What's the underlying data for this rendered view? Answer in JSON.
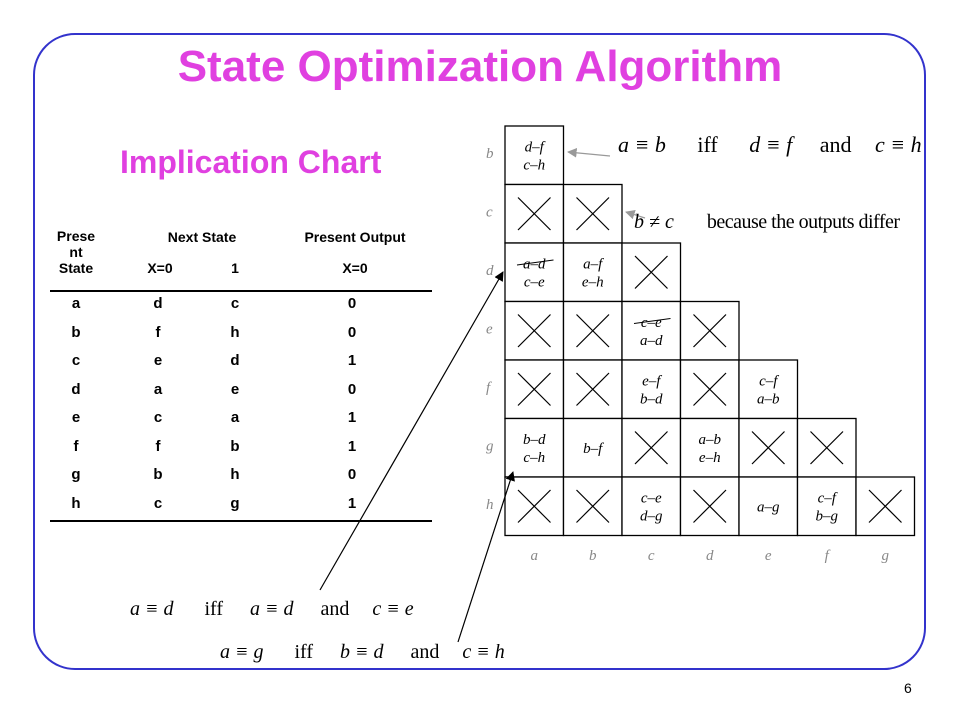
{
  "title": "State Optimization Algorithm",
  "subtitle": "Implication Chart",
  "table": {
    "header_present_state": "Prese nt State",
    "header_next_state": "Next State",
    "header_present_output": "Present Output",
    "sub_x0": "X=0",
    "sub_x1": "1",
    "sub_out_x0": "X=0",
    "rows": [
      {
        "state": "a",
        "x0": "d",
        "x1": "c",
        "out": "0"
      },
      {
        "state": "b",
        "x0": "f",
        "x1": "h",
        "out": "0"
      },
      {
        "state": "c",
        "x0": "e",
        "x1": "d",
        "out": "1"
      },
      {
        "state": "d",
        "x0": "a",
        "x1": "e",
        "out": "0"
      },
      {
        "state": "e",
        "x0": "c",
        "x1": "a",
        "out": "1"
      },
      {
        "state": "f",
        "x0": "f",
        "x1": "b",
        "out": "1"
      },
      {
        "state": "g",
        "x0": "b",
        "x1": "h",
        "out": "0"
      },
      {
        "state": "h",
        "x0": "c",
        "x1": "g",
        "out": "1"
      }
    ]
  },
  "chart": {
    "row_labels": [
      "b",
      "c",
      "d",
      "e",
      "f",
      "g",
      "h"
    ],
    "col_labels": [
      "a",
      "b",
      "c",
      "d",
      "e",
      "f",
      "g"
    ],
    "cells": [
      [
        {
          "type": "pair",
          "lines": [
            "d–f",
            "c–h"
          ]
        }
      ],
      [
        {
          "type": "x"
        },
        {
          "type": "x"
        }
      ],
      [
        {
          "type": "pair",
          "lines": [
            "a–d",
            "c–e"
          ]
        },
        {
          "type": "pair",
          "lines": [
            "a–f",
            "e–h"
          ]
        },
        {
          "type": "x"
        }
      ],
      [
        {
          "type": "x"
        },
        {
          "type": "x"
        },
        {
          "type": "pair",
          "lines": [
            "c–e",
            "a–d"
          ]
        },
        {
          "type": "x"
        }
      ],
      [
        {
          "type": "x"
        },
        {
          "type": "x"
        },
        {
          "type": "pair",
          "lines": [
            "e–f",
            "b–d"
          ]
        },
        {
          "type": "x"
        },
        {
          "type": "pair",
          "lines": [
            "c–f",
            "a–b"
          ]
        }
      ],
      [
        {
          "type": "pair",
          "lines": [
            "b–d",
            "c–h"
          ]
        },
        {
          "type": "pair",
          "lines": [
            "b–f"
          ]
        },
        {
          "type": "x"
        },
        {
          "type": "pair",
          "lines": [
            "a–b",
            "e–h"
          ]
        },
        {
          "type": "x"
        },
        {
          "type": "x"
        }
      ],
      [
        {
          "type": "x"
        },
        {
          "type": "x"
        },
        {
          "type": "pair",
          "lines": [
            "c–e",
            "d–g"
          ]
        },
        {
          "type": "x"
        },
        {
          "type": "pair",
          "lines": [
            "a–g"
          ]
        },
        {
          "type": "pair",
          "lines": [
            "c–f",
            "b–g"
          ]
        },
        {
          "type": "x"
        }
      ]
    ]
  },
  "annotations": {
    "ab": {
      "lhs": "a ≡ b",
      "iff": "iff",
      "c1": "d ≡ f",
      "and": "and",
      "c2": "c ≡ h"
    },
    "bc": {
      "lhs": "b ≠ c",
      "text": "because the outputs differ"
    },
    "ad": {
      "lhs": "a ≡ d",
      "iff": "iff",
      "c1": "a ≡ d",
      "and": "and",
      "c2": "c ≡ e"
    },
    "ag": {
      "lhs": "a ≡ g",
      "iff": "iff",
      "c1": "b ≡ d",
      "and": "and",
      "c2": "c ≡ h"
    }
  },
  "page_number": "6",
  "colors": {
    "title": "#e040e0",
    "frame": "#3333cc"
  }
}
